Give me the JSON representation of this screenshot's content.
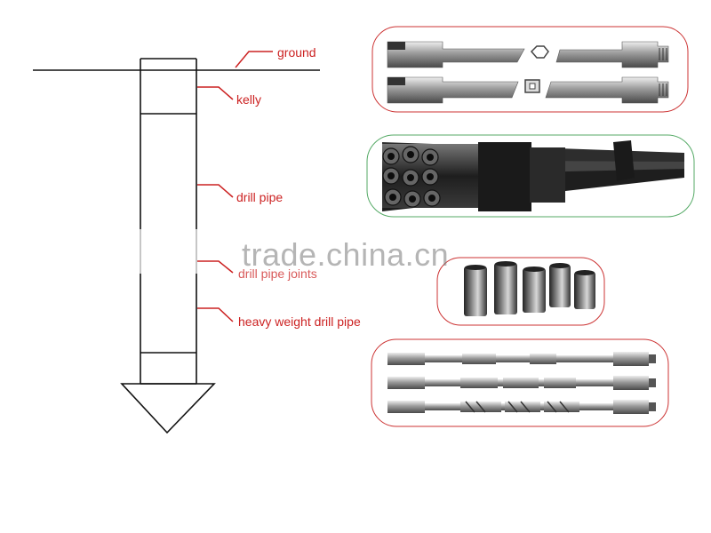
{
  "labels": {
    "ground": "ground",
    "kelly": "kelly",
    "drill_pipe": "drill pipe",
    "drill_pipe_joints": "drill pipe joints",
    "heavy_weight_drill_pipe": "heavy weight drill pipe"
  },
  "watermark": "trade.china.cn",
  "colors": {
    "label_red": "#cc2222",
    "leader_red": "#cc2222",
    "line_black": "#111111",
    "panel_red": "#cc3333",
    "panel_green": "#55aa66",
    "steel_dark": "#2a2a2a",
    "steel_mid": "#8a8a8a",
    "steel_light": "#d4d4d4"
  },
  "icons": {
    "hex": "hex-nut-icon",
    "square": "square-nut-icon"
  }
}
